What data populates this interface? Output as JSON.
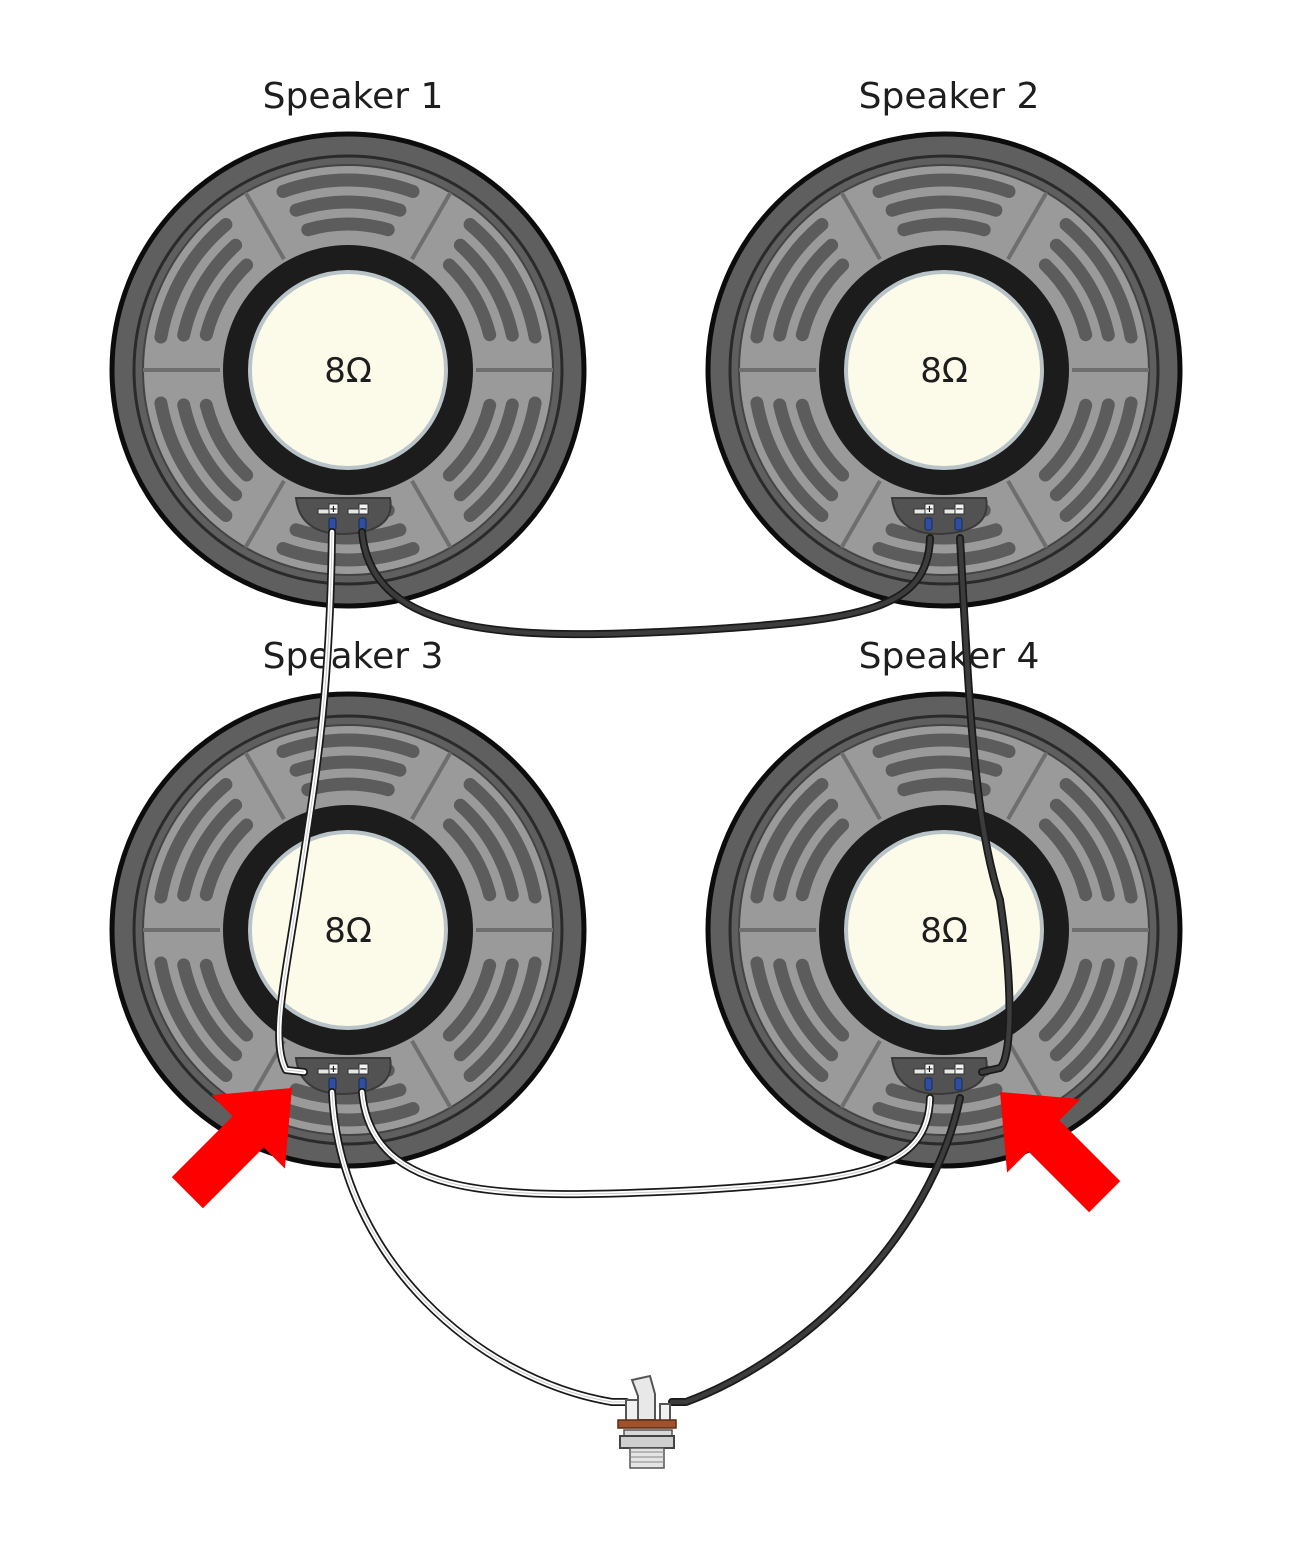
{
  "speakers": [
    {
      "title": "Speaker 1",
      "impedance": "8Ω"
    },
    {
      "title": "Speaker 2",
      "impedance": "8Ω"
    },
    {
      "title": "Speaker 3",
      "impedance": "8Ω"
    },
    {
      "title": "Speaker 4",
      "impedance": "8Ω"
    }
  ],
  "terminal_labels": {
    "plus": "+",
    "minus": "−"
  },
  "colors": {
    "wire_white": "#ffffff",
    "wire_black": "#3c3c3c",
    "arrow": "#ff0000",
    "speaker_rim": "#5f5f5f",
    "speaker_basket": "#9a9a9a",
    "speaker_cone": "#fcfbea",
    "terminal_blue": "#2d4fa3",
    "jack_nut": "#a0522d"
  },
  "arrows": [
    {
      "target": "Speaker 3 positive terminal"
    },
    {
      "target": "Speaker 4 negative terminal"
    }
  ]
}
